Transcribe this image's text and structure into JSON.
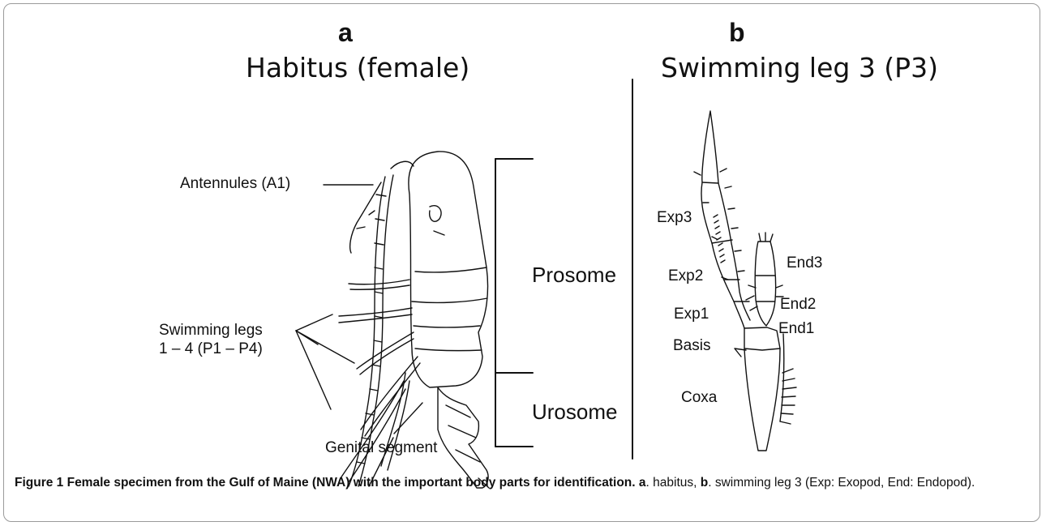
{
  "panel_a": {
    "letter": "a",
    "title": "Habitus (female)",
    "labels": {
      "antennules": "Antennules (A1)",
      "swimming_legs_line1": "Swimming legs",
      "swimming_legs_line2": "1 – 4 (P1 – P4)",
      "genital_segment": "Genital segment",
      "prosome": "Prosome",
      "urosome": "Urosome"
    }
  },
  "panel_b": {
    "letter": "b",
    "title": "Swimming leg 3 (P3)",
    "labels": {
      "exp3": "Exp3",
      "exp2": "Exp2",
      "exp1": "Exp1",
      "basis": "Basis",
      "coxa": "Coxa",
      "end3": "End3",
      "end2": "End2",
      "end1": "End1"
    }
  },
  "caption": {
    "bold": "Figure 1 Female specimen from the Gulf of Maine (NWA) with the important body parts for identification.",
    "a_letter": "a",
    "a_text": ". habitus, ",
    "b_letter": "b",
    "b_text": ". swimming leg 3 (Exp: Exopod, End: Endopod)."
  }
}
